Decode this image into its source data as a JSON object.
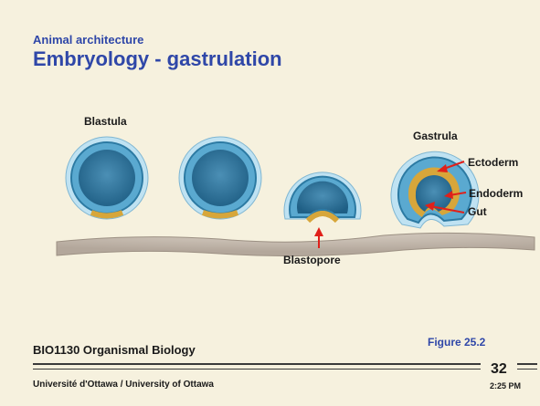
{
  "slide": {
    "subtitle": "Animal architecture",
    "title": "Embryology - gastrulation",
    "course": "BIO1130 Organismal Biology",
    "figure_ref": "Figure 25.2",
    "footer": "Université d'Ottawa / University of Ottawa",
    "slide_number": "32",
    "time": "2:25 PM"
  },
  "figure": {
    "labels": {
      "blastula": "Blastula",
      "gastrula": "Gastrula",
      "ectoderm": "Ectoderm",
      "endoderm": "Endoderm",
      "gut": "Gut",
      "blastopore": "Blastopore"
    }
  },
  "colors": {
    "background": "#f6f1de",
    "title": "#2f47a8",
    "cell_fill": "#5aa9d0",
    "cell_dark": "#1f6f98",
    "endoderm": "#d7a63a",
    "arrow": "#e0201a"
  }
}
